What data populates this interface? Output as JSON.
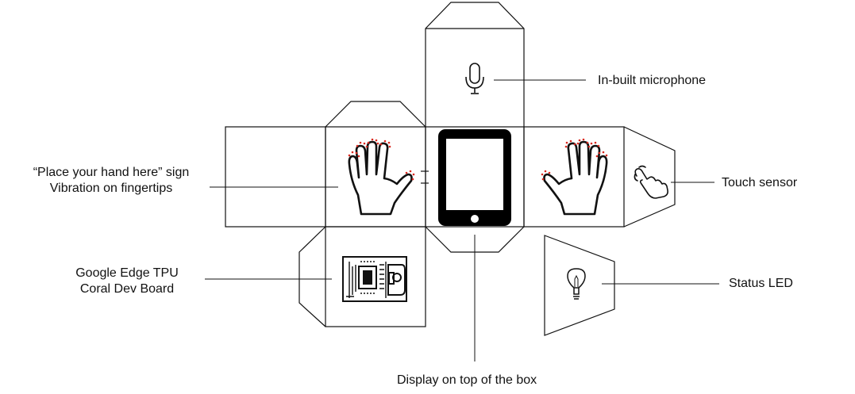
{
  "labels": {
    "microphone": "In-built microphone",
    "hand_sign_line1": "“Place your hand here” sign",
    "hand_sign_line2": "Vibration on fingertips",
    "touch_sensor": "Touch sensor",
    "board_line1": "Google Edge TPU",
    "board_line2": "Coral Dev Board",
    "status_led": "Status LED",
    "display": "Display on top of the box"
  },
  "icons": [
    "microphone-icon",
    "left-hand-icon",
    "tablet-icon",
    "right-hand-icon",
    "touch-pointer-icon",
    "circuit-board-icon",
    "lightbulb-icon"
  ],
  "colors": {
    "line": "#111111",
    "fingertip_dots": "#d9281e",
    "tablet": "#000000"
  }
}
